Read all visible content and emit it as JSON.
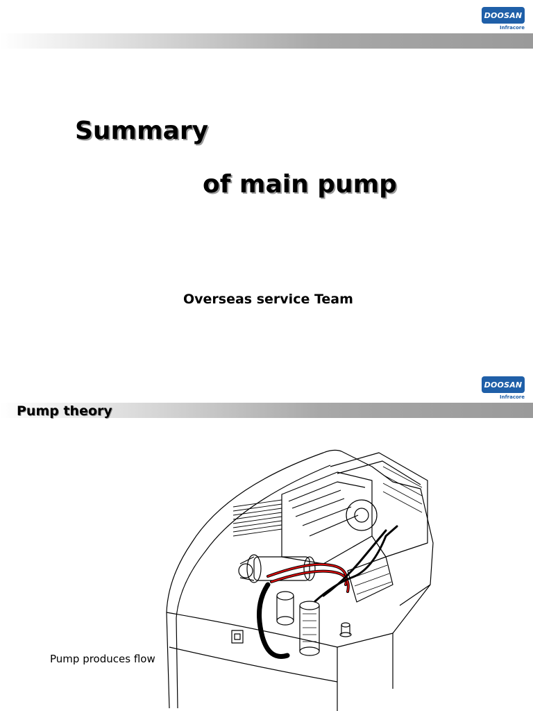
{
  "brand": {
    "name": "DOOSAN",
    "sub": "Infracore",
    "color": "#1f5fa8"
  },
  "slide1": {
    "title_line1": "Summary",
    "title_line2": "of main pump",
    "subtitle": "Overseas service Team"
  },
  "slide2": {
    "heading": "Pump theory",
    "caption": "Pump produces flow",
    "illustration": "engine-and-main-pump-drawing",
    "hose_colors": {
      "suction": "#000000",
      "pressure": "#e01010"
    }
  }
}
